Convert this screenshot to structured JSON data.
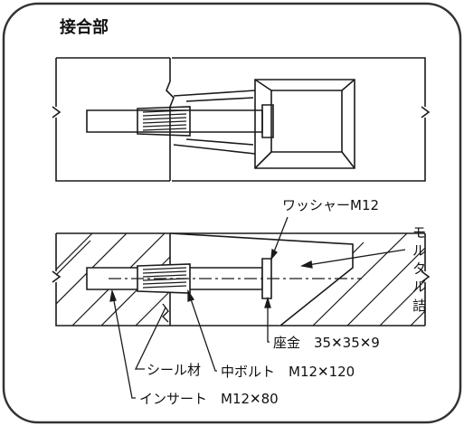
{
  "title": "接合部",
  "labels": {
    "washer": "ワッシャーM12",
    "mortar": [
      "モ",
      "ル",
      "タ",
      "ル",
      "詰"
    ],
    "seat_washer": "座金　35✕35✕9",
    "seal": "シール材",
    "bolt": "中ボルト　M12✕120",
    "insert": "インサート　M12✕80"
  },
  "colors": {
    "line": "#1a1a1a",
    "frame": "#333333",
    "background": "#ffffff"
  }
}
